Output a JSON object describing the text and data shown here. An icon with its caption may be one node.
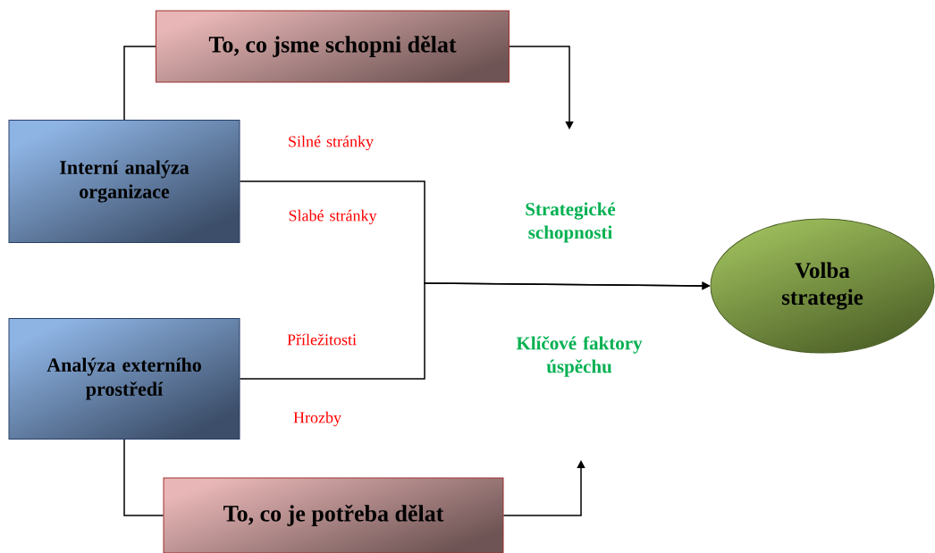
{
  "diagram": {
    "nodes": [
      {
        "text": [
          "To, co jsme schopni dělat"
        ]
      },
      {
        "text": [
          "Interní analýza organizace"
        ]
      },
      {
        "text": [
          "Analýza externího prostředí"
        ]
      },
      {
        "text": [
          "To, co je potřeba dělat"
        ]
      },
      {
        "text": [
          "Volba strategie"
        ]
      }
    ],
    "edges": [
      {
        "from": 1,
        "to": 0,
        "arrow": "none"
      },
      {
        "from": 0,
        "to": null,
        "arrow": "to"
      },
      {
        "from": 2,
        "to": 3,
        "arrow": "none"
      },
      {
        "from": 3,
        "to": null,
        "arrow": "to"
      },
      {
        "from": 1,
        "to": 4,
        "arrow": "to"
      },
      {
        "from": 2,
        "to": 4,
        "arrow": "to"
      }
    ],
    "labels": [
      "Silné stránky",
      "Slabé stránky",
      "Strategické schopnosti",
      "Příležitosti",
      "Klíčové faktory úspěchu",
      "Hrozby"
    ]
  }
}
